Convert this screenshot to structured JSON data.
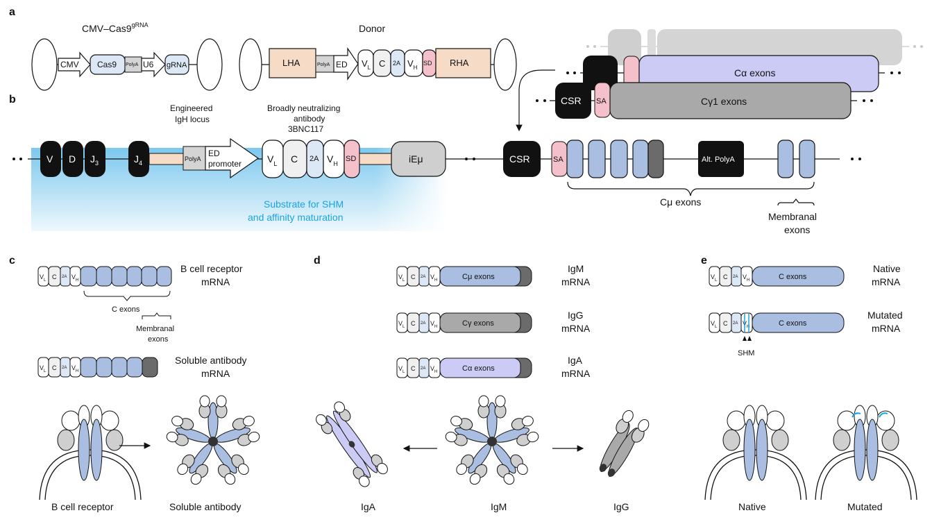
{
  "panels": {
    "a": "a",
    "b": "b",
    "c": "c",
    "d": "d",
    "e": "e"
  },
  "colors": {
    "cmu": "#a9bee0",
    "calpha": "#cccbf5",
    "cgamma": "#a9a9a9",
    "homology": "#f6dcc7",
    "sd": "#f4c1cb",
    "black": "#111111",
    "grey_end": "#6b6b6b",
    "shm": "#1aa3e0"
  },
  "a": {
    "cas_title": "CMV–Cas9",
    "cas_sup": "gRNA",
    "cmv": "CMV",
    "cas9": "Cas9",
    "polya": "PolyA",
    "u6": "U6",
    "grna": "gRNA",
    "donor_title": "Donor",
    "lha": "LHA",
    "ed": "ED",
    "vl": "V",
    "l": "L",
    "c": "C",
    "t2a": "2A",
    "vh": "V",
    "h": "H",
    "sd": "SD",
    "rha": "RHA"
  },
  "b": {
    "eng_line1": "Engineered",
    "eng_line2": "IgH locus",
    "bn_line1": "Broadly neutralizing",
    "bn_line2": "antibody",
    "bn_line3": "3BNC117",
    "v": "V",
    "d": "D",
    "j": "J",
    "j3": "3",
    "j4": "4",
    "polya": "PolyA",
    "ed": "ED",
    "promoter": "promoter",
    "vl": "V",
    "l": "L",
    "c": "C",
    "t2a": "2A",
    "vh": "V",
    "h": "H",
    "sd": "SD",
    "iemu": "iEμ",
    "csr": "CSR",
    "sa": "SA",
    "altpolya": "Alt. PolyA",
    "cmu_exons": "Cμ exons",
    "membranal1": "Membranal",
    "membranal2": "exons",
    "shm1": "Substrate for SHM",
    "shm2": "and affinity maturation",
    "calpha_exons": "Cα exons",
    "cgamma_exons": "Cγ1 exons"
  },
  "c": {
    "bcr1": "B cell receptor",
    "bcr2": "mRNA",
    "cexons": "C exons",
    "memb1": "Membranal",
    "memb2": "exons",
    "sol1": "Soluble antibody",
    "sol2": "mRNA",
    "bcr_label": "B cell receptor",
    "sol_label": "Soluble antibody"
  },
  "d": {
    "cmu": "Cμ exons",
    "cgamma": "Cγ exons",
    "calpha": "Cα exons",
    "igm1": "IgM",
    "igg1": "IgG",
    "iga1": "IgA",
    "mrna": "mRNA",
    "iga_label": "IgA",
    "igm_label": "IgM",
    "igg_label": "IgG"
  },
  "e": {
    "cexons": "C exons",
    "native1": "Native",
    "mutated1": "Mutated",
    "mrna": "mRNA",
    "shm": "SHM",
    "native_label": "Native",
    "mutated_label": "Mutated"
  }
}
